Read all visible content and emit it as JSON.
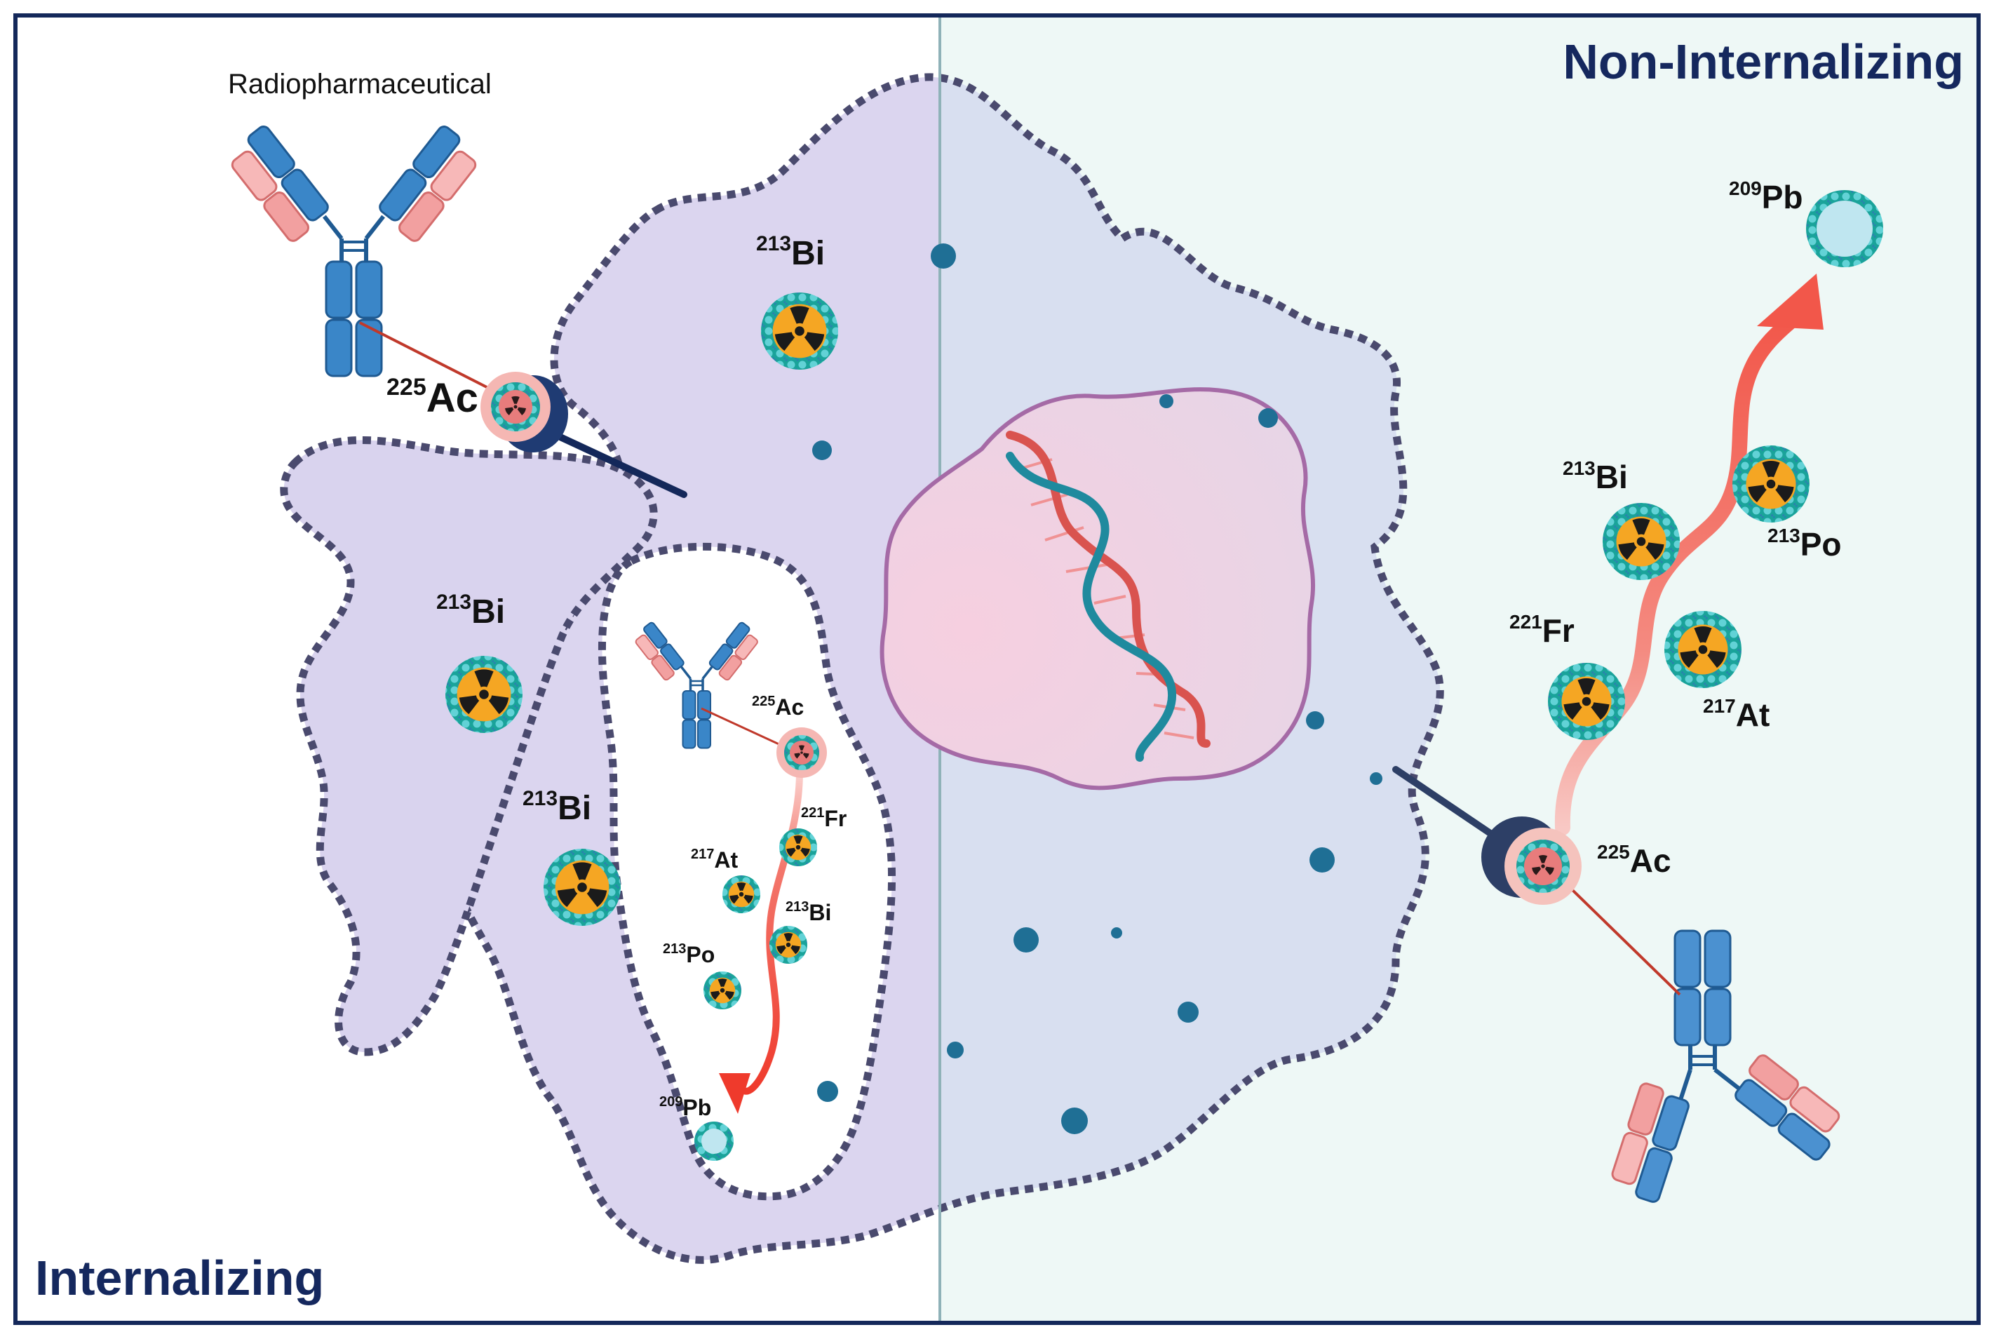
{
  "panels": {
    "left_title": "Internalizing",
    "right_title": "Non-Internalizing"
  },
  "labels": {
    "radiopharmaceutical": "Radiopharmaceutical",
    "ac225": {
      "mass": "225",
      "symbol": "Ac"
    },
    "bi213": {
      "mass": "213",
      "symbol": "Bi"
    },
    "fr221": {
      "mass": "221",
      "symbol": "Fr"
    },
    "at217": {
      "mass": "217",
      "symbol": "At"
    },
    "po213": {
      "mass": "213",
      "symbol": "Po"
    },
    "pb209": {
      "mass": "209",
      "symbol": "Pb"
    }
  },
  "colors": {
    "frame": "#14285a",
    "title": "#15285e",
    "left_background": "#ffffff",
    "right_background": "#eef8f6",
    "cell_fill": "#d9d3ee",
    "cell_border": "#4a4a6e",
    "nucleus_fill": "#ecd6e6",
    "nucleus_border": "#a56aa6",
    "dna_red": "#d9534f",
    "dna_teal": "#1f8a9e",
    "antibody_blue": "#3a86c8",
    "antibody_pink": "#f2a0a0",
    "decay_arrow": "#f25a4a",
    "radiation_symbol": "#f5a623",
    "particle_shell": "#1aa39a",
    "granule": "#1f6f95"
  }
}
